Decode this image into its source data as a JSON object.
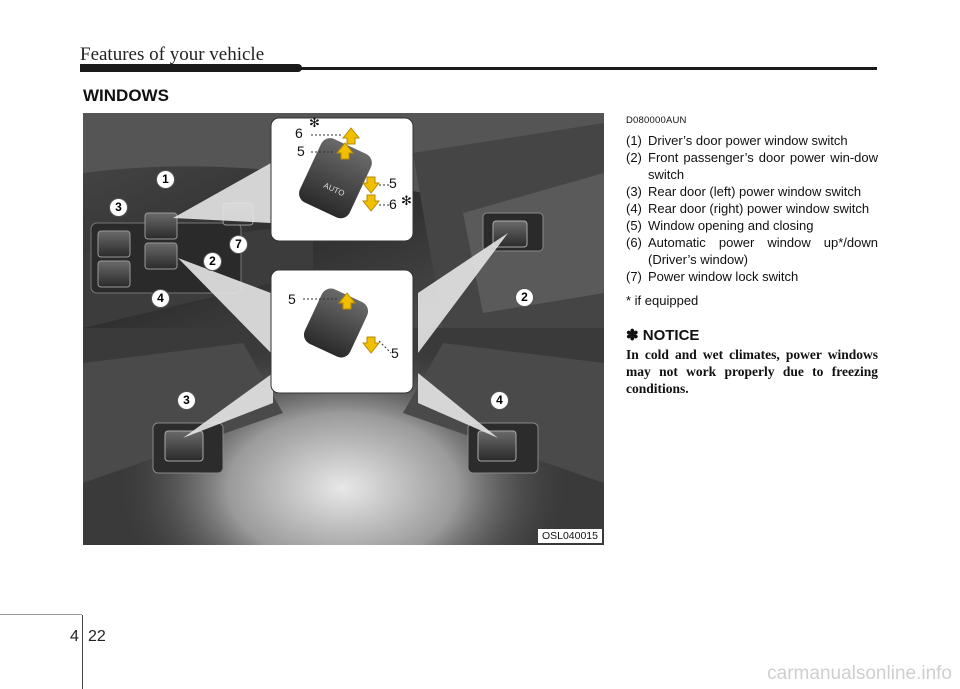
{
  "header": {
    "title": "Features of your vehicle"
  },
  "section": {
    "title": "WINDOWS"
  },
  "figure": {
    "code": "OSL040015",
    "callouts": [
      "1",
      "2",
      "3",
      "4",
      "7",
      "2",
      "3",
      "4"
    ],
    "zoom_top_labels": [
      "6",
      "5",
      "5",
      "6"
    ],
    "zoom_mid_labels": [
      "5",
      "5"
    ],
    "auto_label": "AUTO",
    "star_glyph": "✻"
  },
  "text": {
    "code": "D080000AUN",
    "items": [
      {
        "num": "(1)",
        "text": "Driver’s door power window switch"
      },
      {
        "num": "(2)",
        "text": "Front passenger’s door power win-dow switch"
      },
      {
        "num": "(3)",
        "text": "Rear door (left) power window switch"
      },
      {
        "num": "(4)",
        "text": "Rear door (right) power window switch"
      },
      {
        "num": "(5)",
        "text": "Window opening and closing"
      },
      {
        "num": "(6)",
        "text": "Automatic power window up*/down (Driver’s window)"
      },
      {
        "num": "(7)",
        "text": "Power window lock switch"
      }
    ],
    "footnote": "* if equipped",
    "notice_title": "✽ NOTICE",
    "notice_body": "In cold and wet climates, power windows may not work properly due to freezing conditions."
  },
  "page": {
    "chapter": "4",
    "number": "22"
  },
  "watermark": "carmanualsonline.info"
}
